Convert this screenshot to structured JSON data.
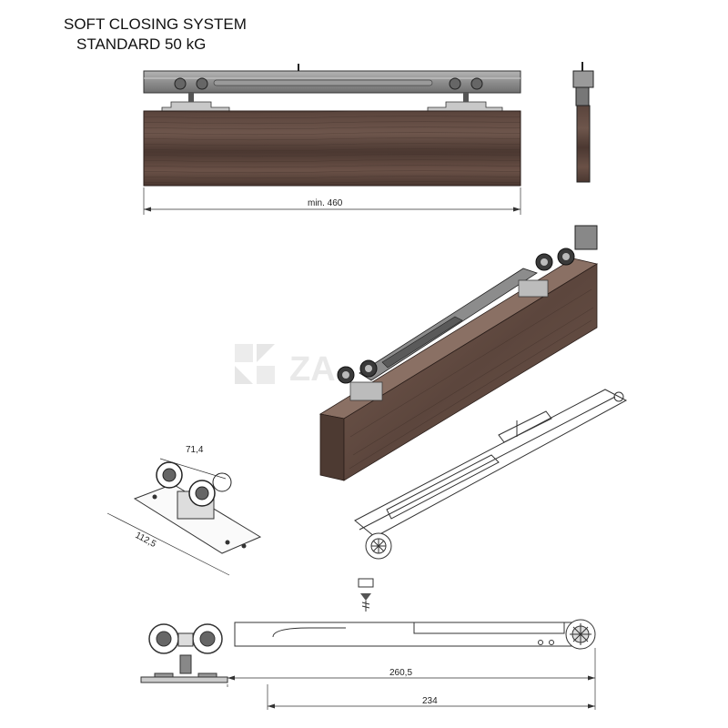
{
  "title": {
    "line1": "SOFT CLOSING SYSTEM",
    "line2": "STANDARD 50 kG"
  },
  "watermark": "ZA",
  "dimensions": {
    "door_min_width": "min. 460",
    "roller_width": "71,4",
    "plate_length": "112,5",
    "overall_length": "260,5",
    "mechanism_length": "234"
  },
  "colors": {
    "wood_dark": "#4a3730",
    "wood_light": "#6b5249",
    "track_grey": "#8a8a8a",
    "metal": "#cfcfcf"
  }
}
